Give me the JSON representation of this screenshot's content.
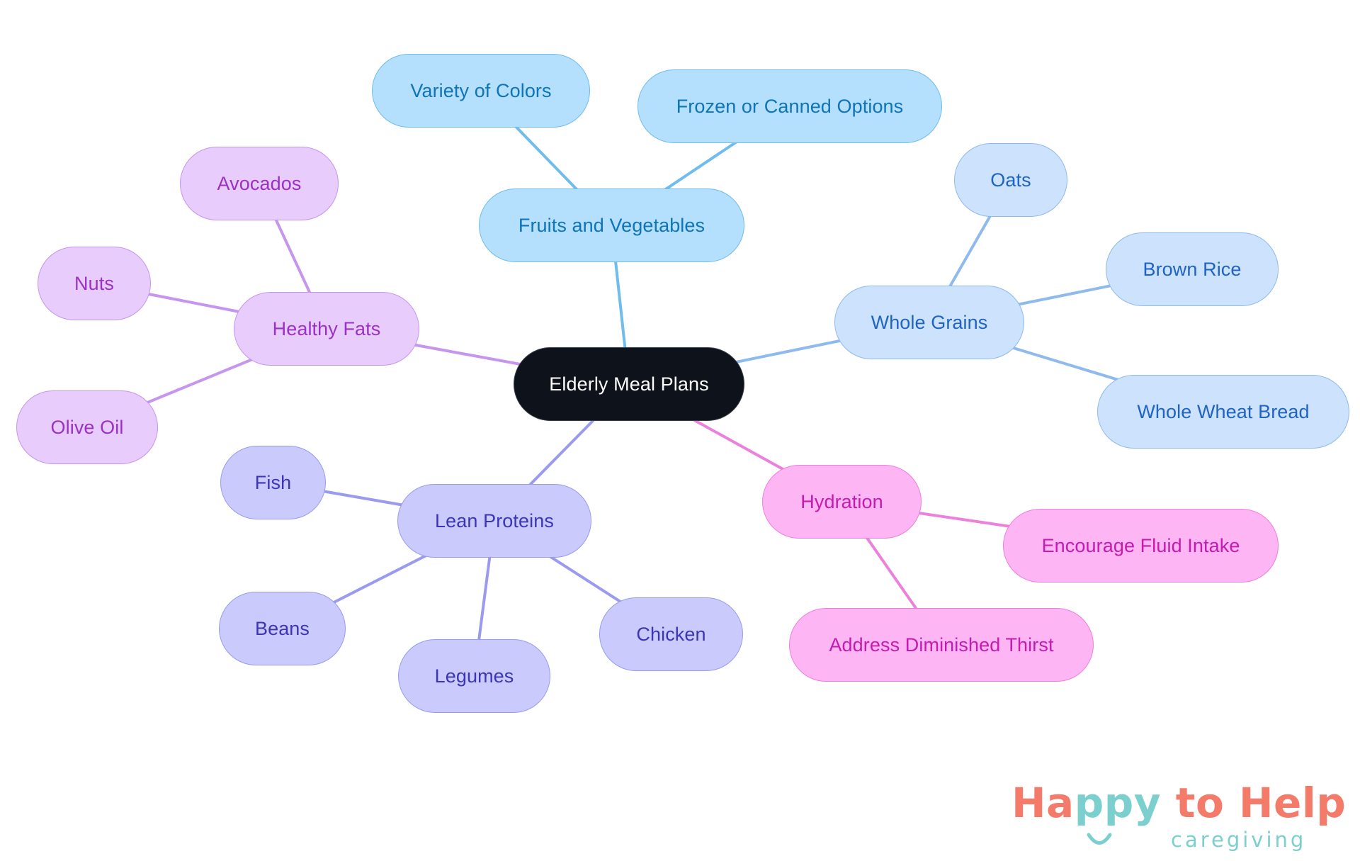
{
  "colors": {
    "fruits_vegetables": "#6fbdec",
    "whole_grains": "#8fbaed",
    "healthy_fats": "#c695ee",
    "lean_proteins": "#9a9bef",
    "hydration": "#ec80dd",
    "root": "#0d121b"
  },
  "root": {
    "label": "Elderly Meal Plans"
  },
  "branches": {
    "fruits_vegetables": {
      "label": "Fruits and Vegetables",
      "children": [
        "Variety of Colors",
        "Frozen or Canned Options"
      ]
    },
    "whole_grains": {
      "label": "Whole Grains",
      "children": [
        "Oats",
        "Brown Rice",
        "Whole Wheat Bread"
      ]
    },
    "healthy_fats": {
      "label": "Healthy Fats",
      "children": [
        "Avocados",
        "Nuts",
        "Olive Oil"
      ]
    },
    "lean_proteins": {
      "label": "Lean Proteins",
      "children": [
        "Fish",
        "Beans",
        "Legumes",
        "Chicken"
      ]
    },
    "hydration": {
      "label": "Hydration",
      "children": [
        "Encourage Fluid Intake",
        "Address Diminished Thirst"
      ]
    }
  },
  "logo": {
    "part1": "Ha",
    "part2": "ppy",
    "part3": " to Help",
    "tagline": "caregiving"
  }
}
